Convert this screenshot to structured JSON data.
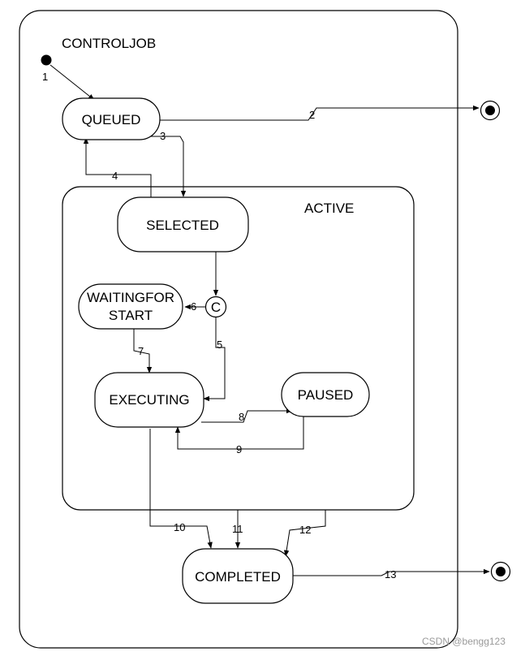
{
  "diagram": {
    "outer_label": "CONTROLJOB",
    "inner_label": "ACTIVE",
    "states": {
      "queued": "QUEUED",
      "selected": "SELECTED",
      "waiting_line1": "WAITINGFOR",
      "waiting_line2": "START",
      "executing": "EXECUTING",
      "paused": "PAUSED",
      "completed": "COMPLETED"
    },
    "choice_label": "C",
    "transitions": [
      "1",
      "2",
      "3",
      "4",
      "5",
      "6",
      "7",
      "8",
      "9",
      "10",
      "11",
      "12",
      "13"
    ]
  },
  "watermark": "CSDN @bengg123"
}
